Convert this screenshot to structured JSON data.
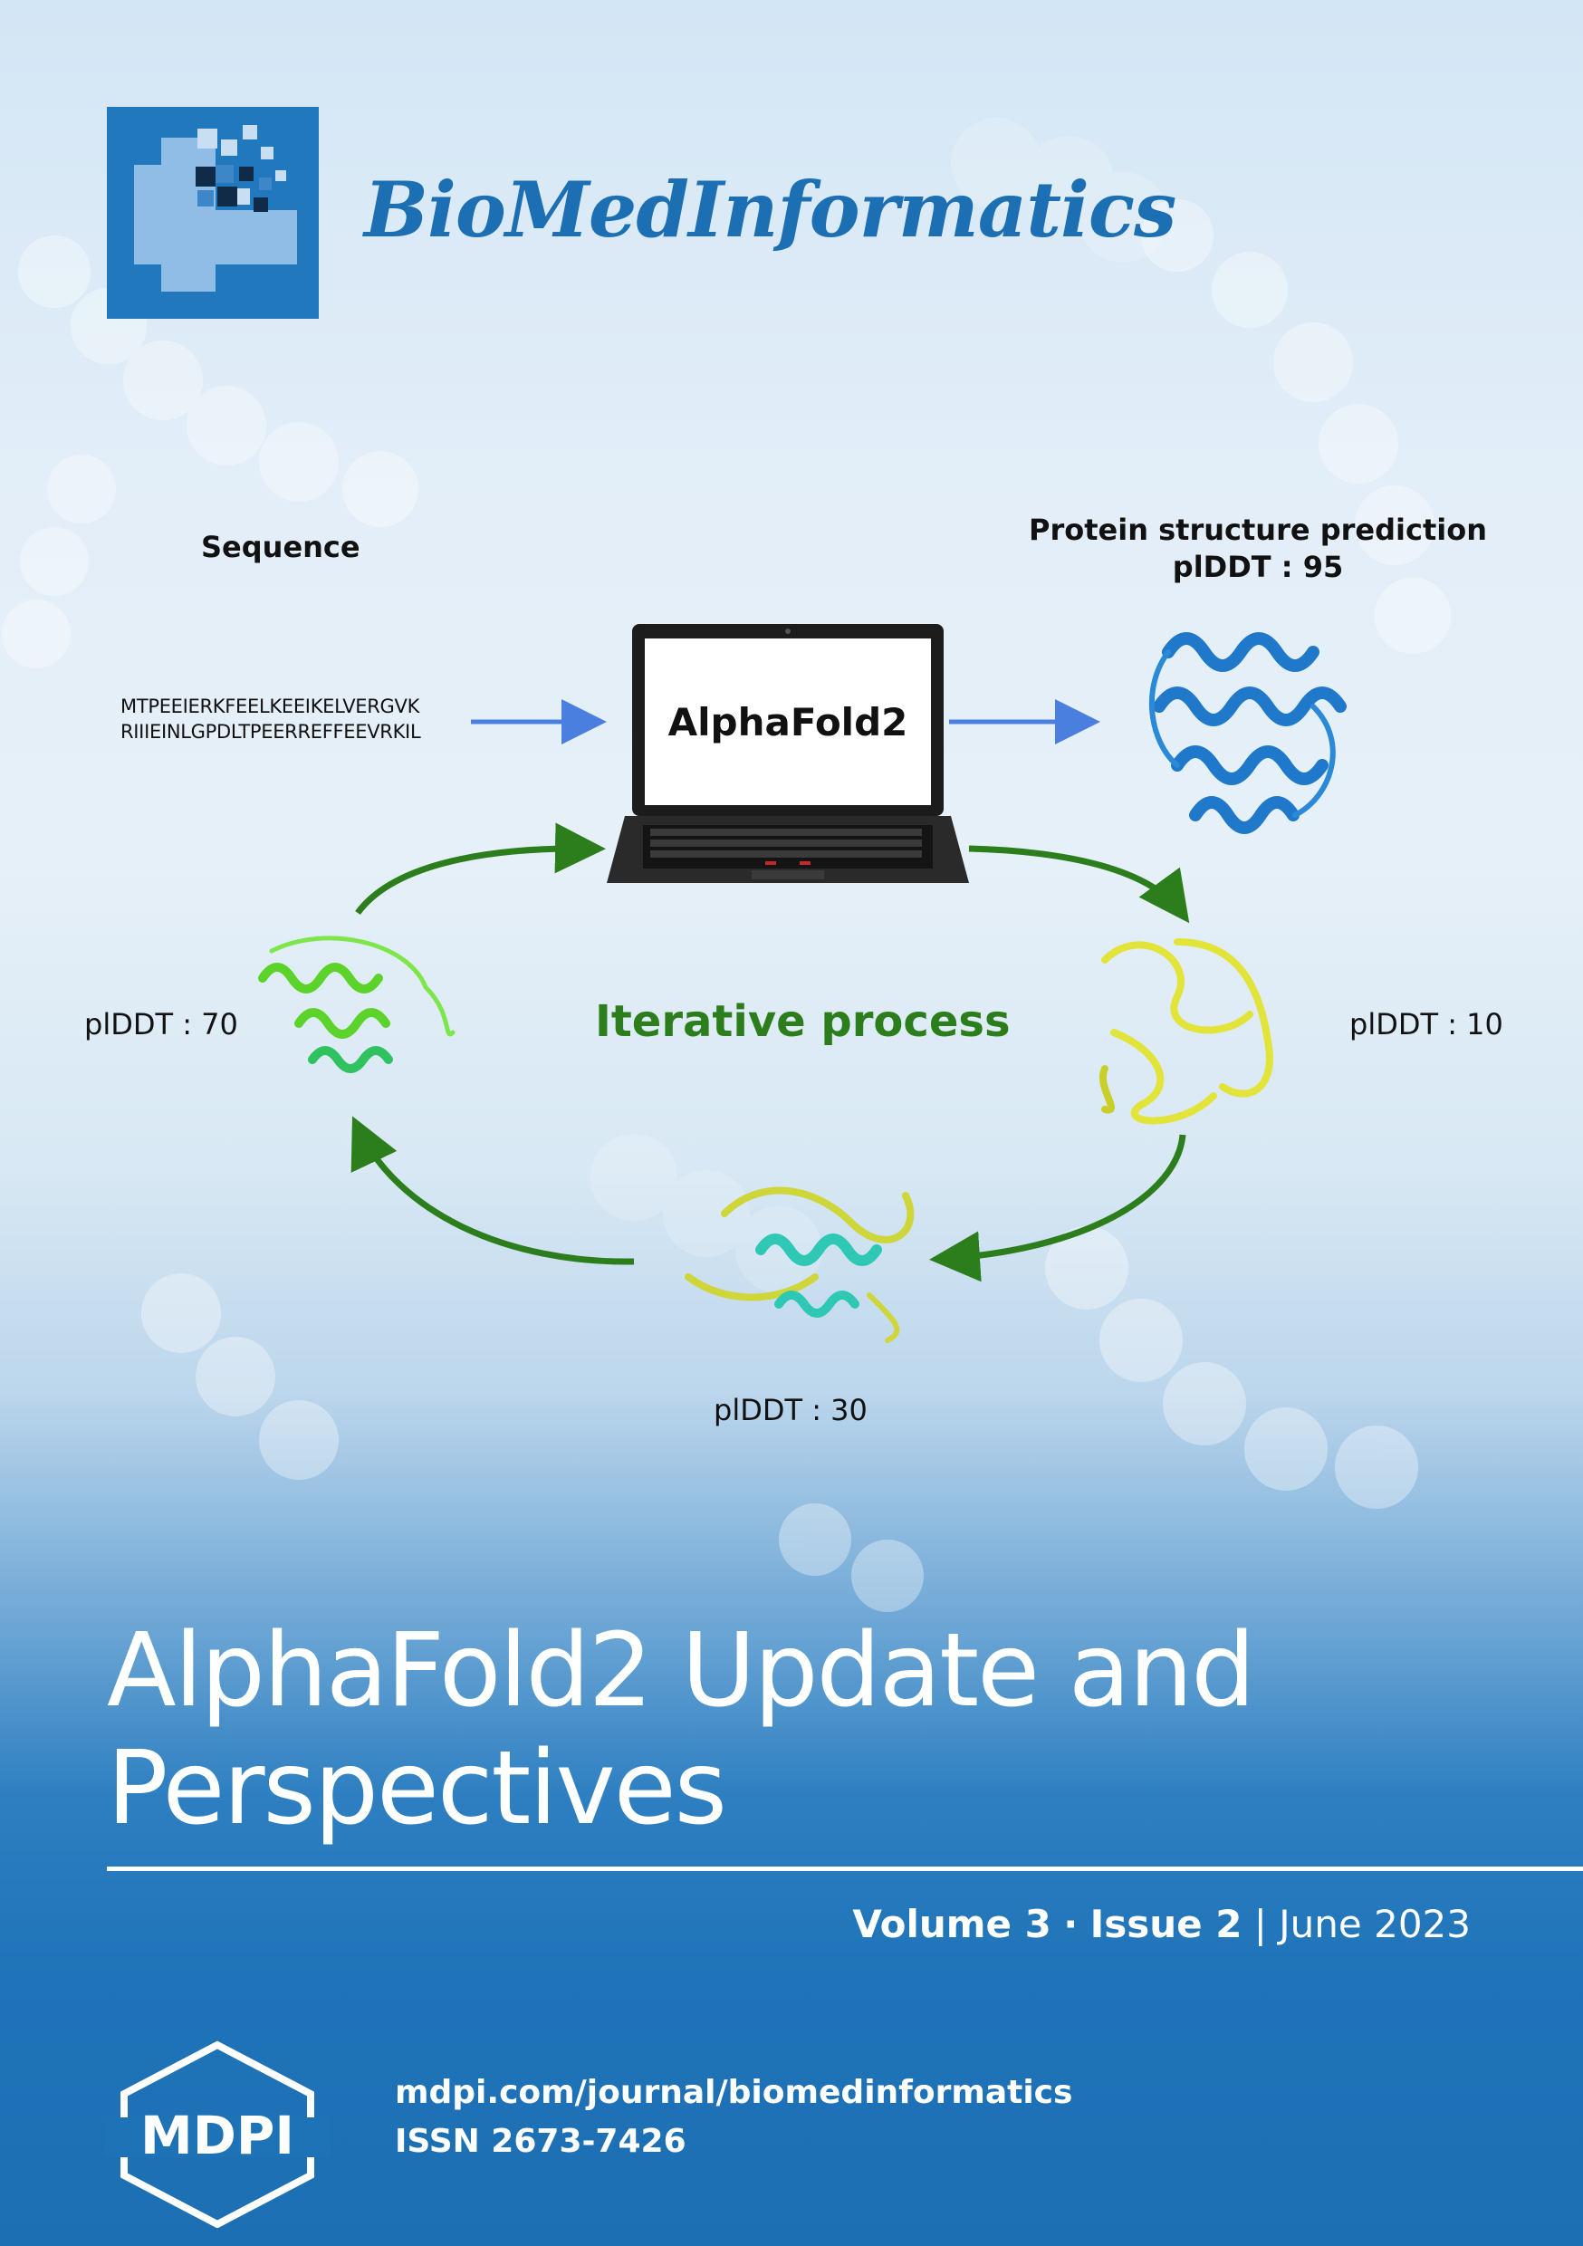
{
  "journal": {
    "name": "BioMedInformatics",
    "brand_color": "#1c6fb2"
  },
  "graphic": {
    "sequence_heading": "Sequence",
    "sequence_lines": [
      "MTPEEIERKFEELKEEIKELVERGVK",
      "RIIIEINLGPDLTPEERREFFEEVRKIL"
    ],
    "tool_label": "AlphaFold2",
    "prediction_heading": "Protein structure prediction",
    "prediction_score": "plDDT : 95",
    "cycle_label": "Iterative process",
    "score_left": "plDDT : 70",
    "score_right": "plDDT : 10",
    "score_bottom": "plDDT : 30",
    "arrow_blue": "#4a7fe0",
    "arrow_green": "#2c7d1c"
  },
  "article": {
    "title_line_1": "AlphaFold2 Update and",
    "title_line_2": "Perspectives"
  },
  "issue": {
    "volume": "Volume 3",
    "separator": "·",
    "issue": "Issue 2",
    "divider": "|",
    "date": "June 2023"
  },
  "publisher": {
    "logo_text": "MDPI",
    "url": "mdpi.com/journal/biomedinformatics",
    "issn": "ISSN 2673-7426"
  }
}
